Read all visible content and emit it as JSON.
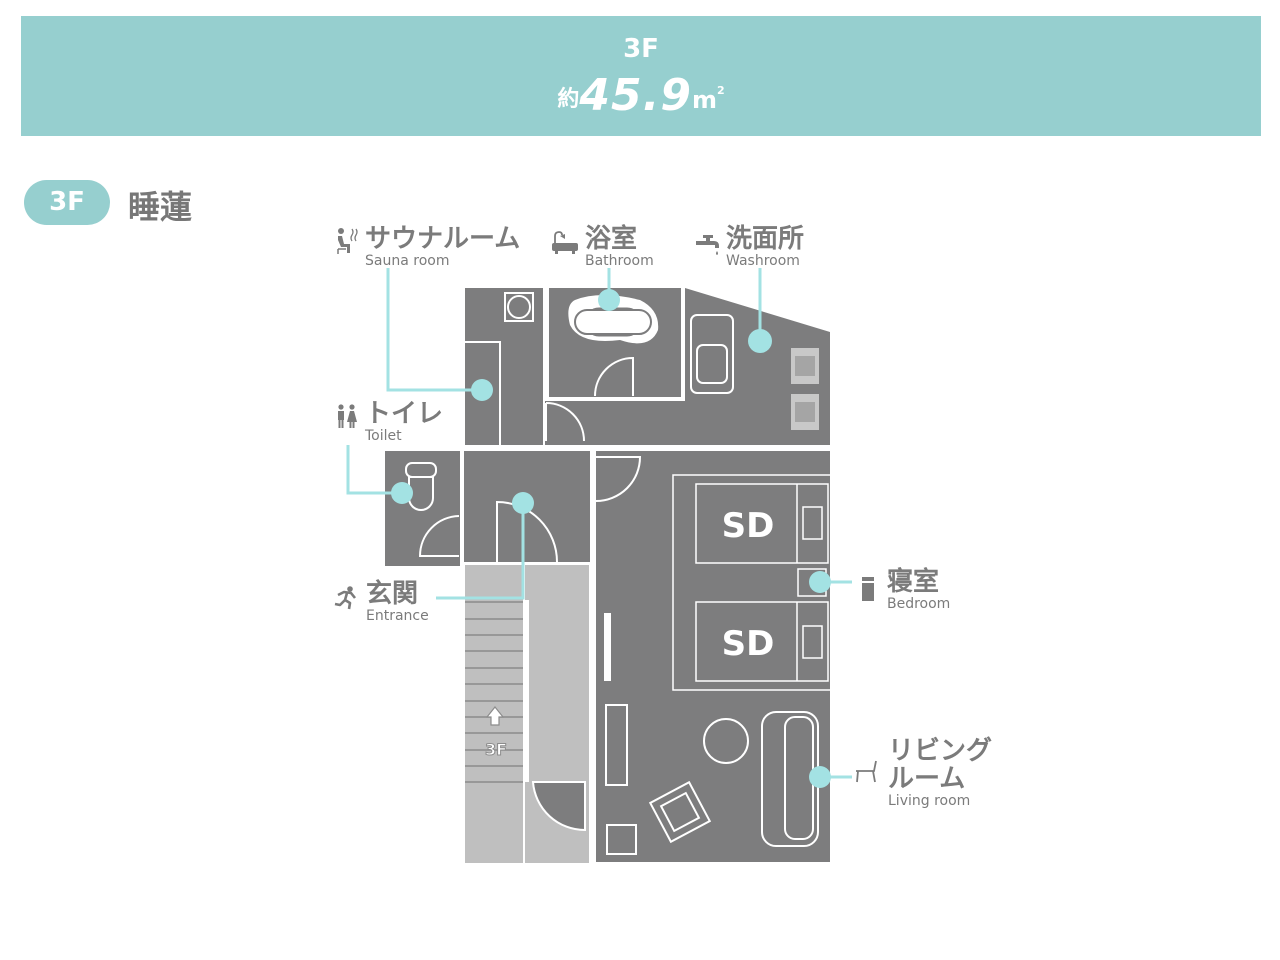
{
  "header": {
    "floor": "3F",
    "area_prefix": "約",
    "area_value": "45.9",
    "area_unit": "m",
    "area_unit_sup": "2"
  },
  "section": {
    "floor_badge": "3F",
    "title": "睡蓮"
  },
  "rooms": [
    {
      "id": "sauna",
      "jp": "サウナルーム",
      "en": "Sauna room",
      "icon": "sauna-icon"
    },
    {
      "id": "bathroom",
      "jp": "浴室",
      "en": "Bathroom",
      "icon": "bathtub-icon"
    },
    {
      "id": "washroom",
      "jp": "洗面所",
      "en": "Washroom",
      "icon": "faucet-icon"
    },
    {
      "id": "toilet",
      "jp": "トイレ",
      "en": "Toilet",
      "icon": "toilet-people-icon"
    },
    {
      "id": "entrance",
      "jp": "玄関",
      "en": "Entrance",
      "icon": "running-person-icon"
    },
    {
      "id": "bedroom",
      "jp": "寝室",
      "en": "Bedroom",
      "icon": "bed-icon"
    },
    {
      "id": "living",
      "jp": "リビング\nルーム",
      "jp_line1": "リビング",
      "jp_line2": "ルーム",
      "en": "Living room",
      "icon": "chair-icon"
    }
  ],
  "plan": {
    "beds": [
      {
        "label": "SD"
      },
      {
        "label": "SD"
      }
    ],
    "stairs_label": "3F"
  },
  "colors": {
    "accent": "#96cfcf",
    "marker": "#a3e2e3",
    "floor": "#7d7d7e",
    "stairs": "#bfbfbf",
    "text": "#7b7b7b"
  }
}
